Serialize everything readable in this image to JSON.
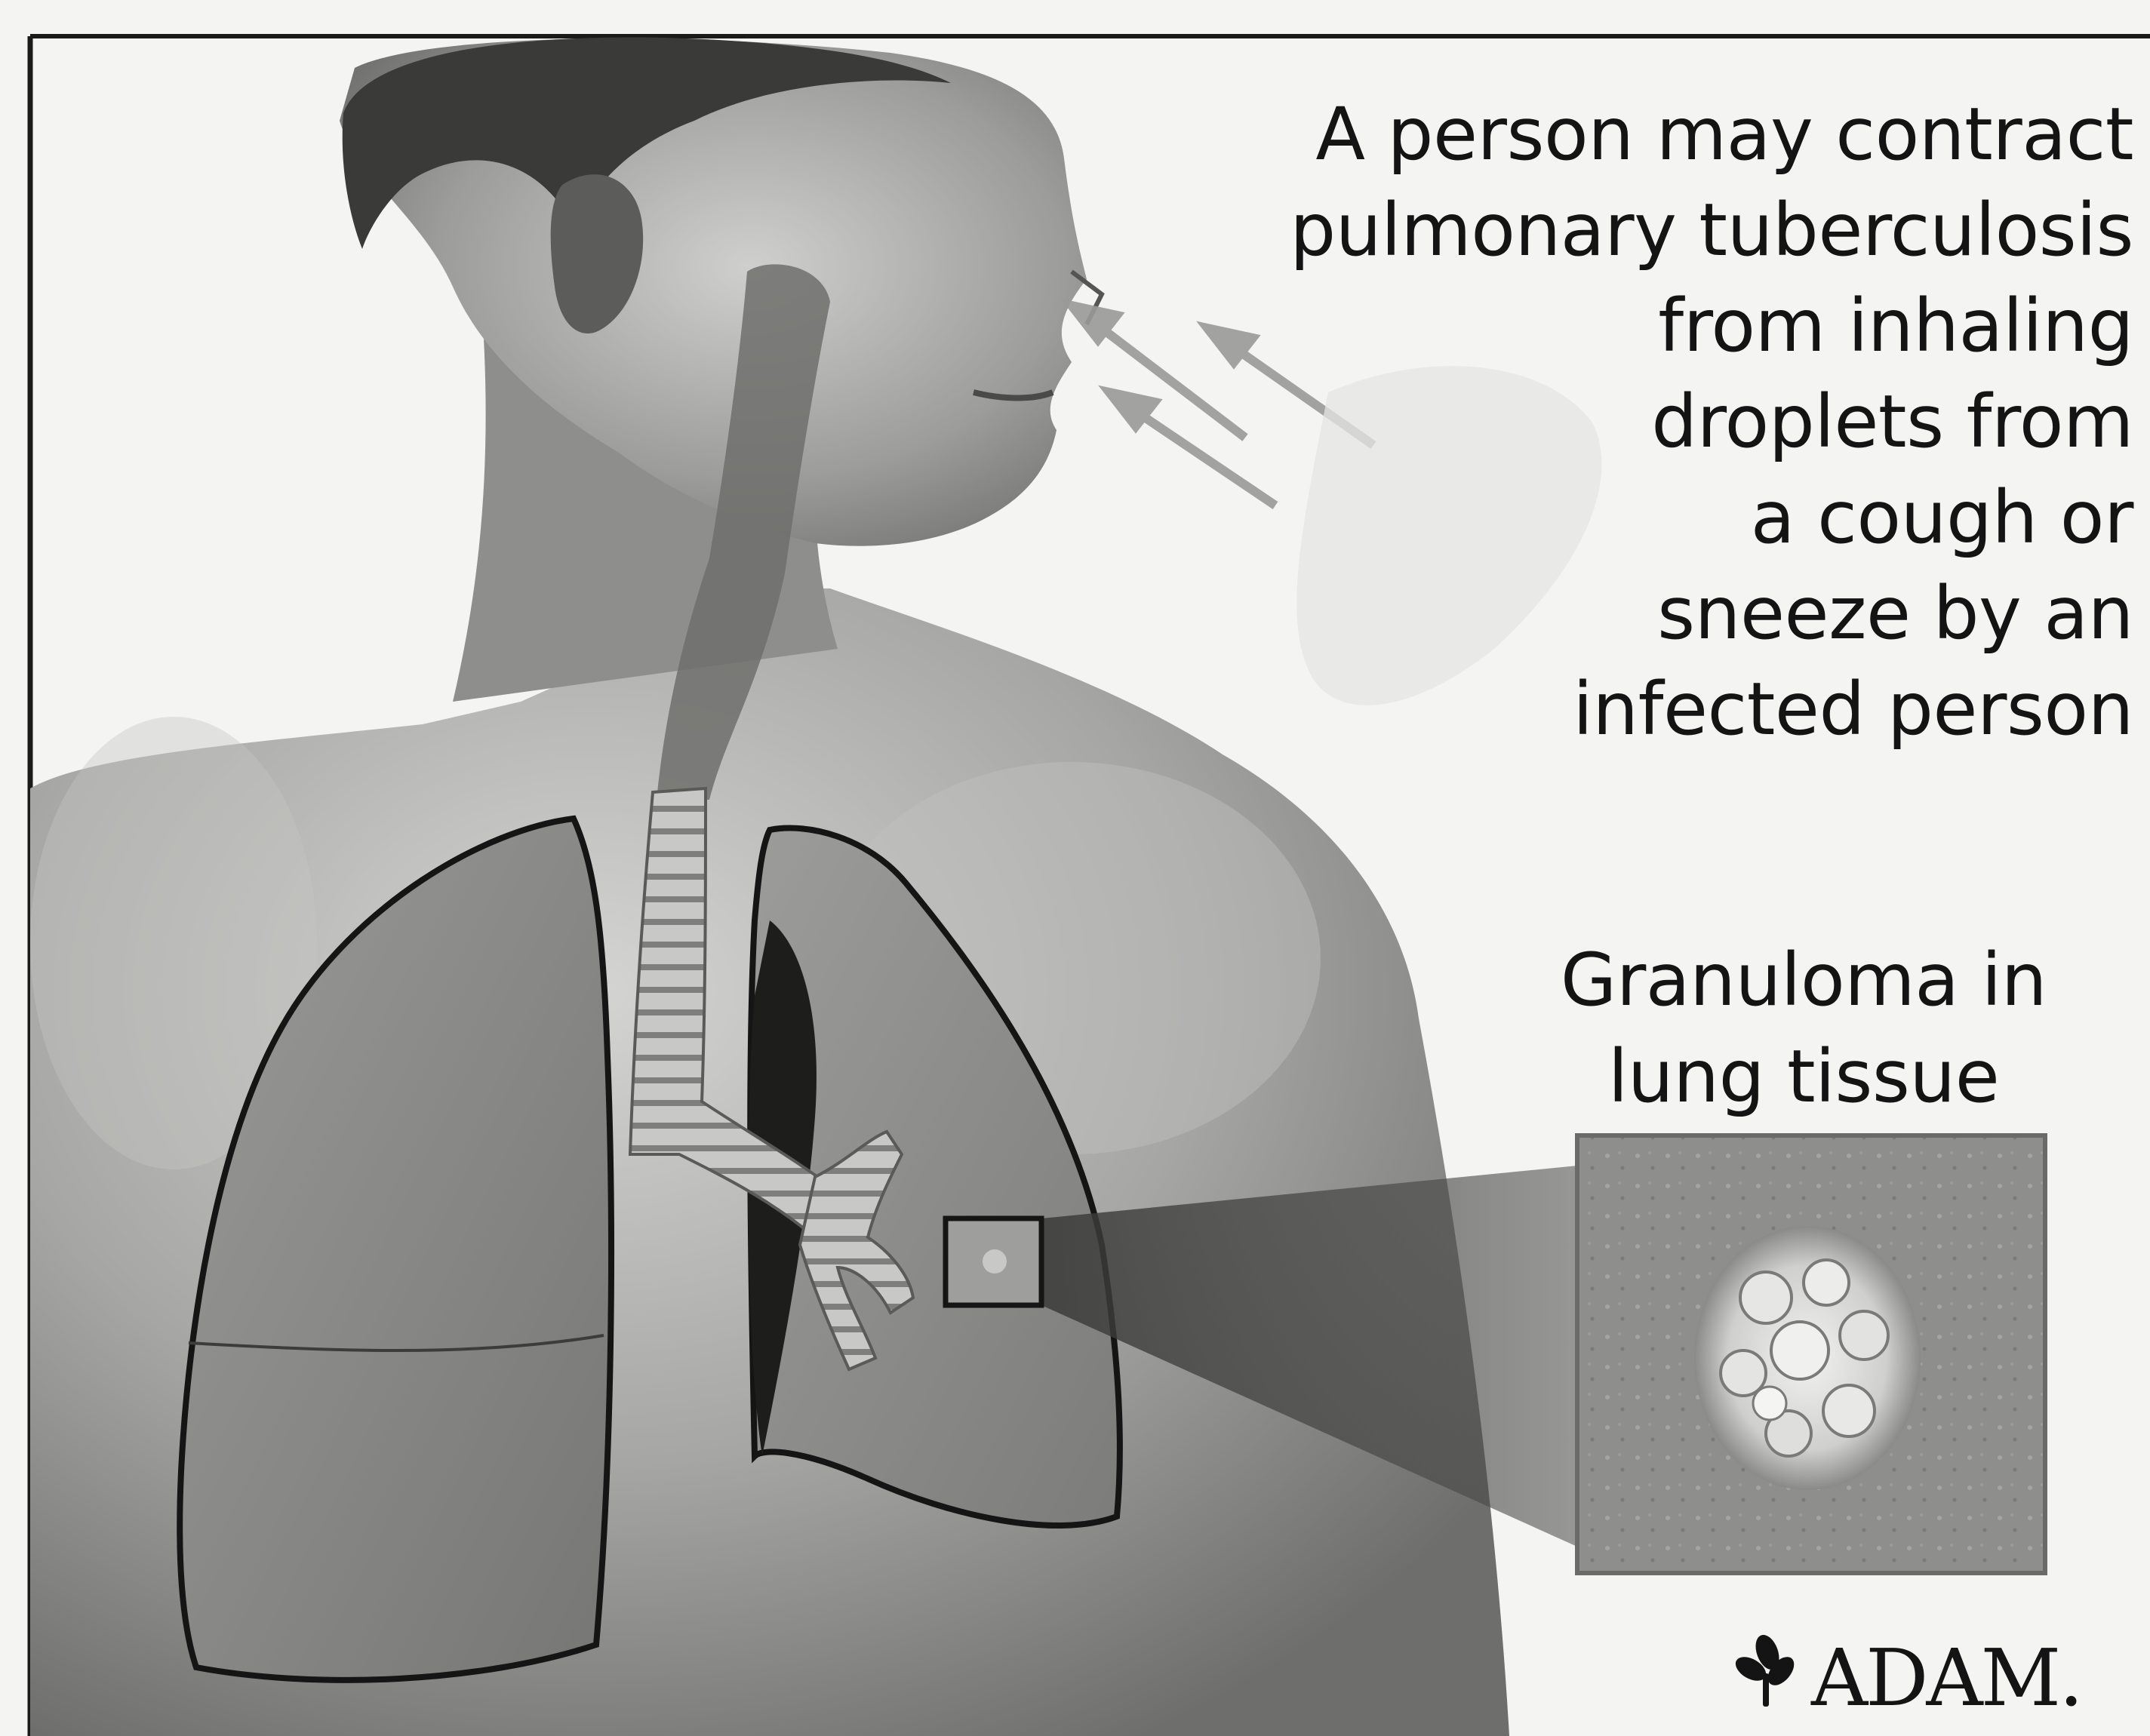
{
  "caption": {
    "main": "A person may contract\npulmonary tuberculosis\nfrom inhaling\ndroplets from\na cough or\nsneeze by an\ninfected person",
    "inset": "Granuloma in\nlung tissue"
  },
  "logo": {
    "text": "ADAM."
  },
  "icons": {
    "logo_mark": "leaf-emblem-icon",
    "inhaled_droplets": "arrows-into-nose-icon"
  },
  "colors": {
    "background": "#f4f4f2",
    "skin_light": "#d2d2d0",
    "skin_dark": "#747472",
    "lung_fill": "#8d8d8b",
    "outline": "#151515",
    "text": "#141414"
  }
}
